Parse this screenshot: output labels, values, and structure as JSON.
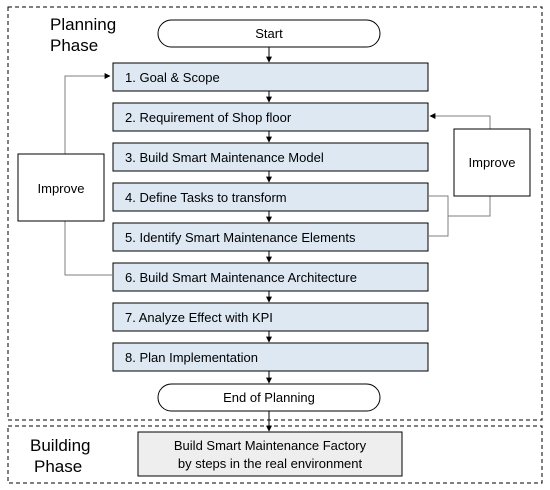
{
  "planning_phase": {
    "line1": "Planning",
    "line2": "Phase"
  },
  "building_phase": {
    "line1": "Building",
    "line2": "Phase"
  },
  "start": "Start",
  "end": "End of Planning",
  "steps": [
    "1. Goal & Scope",
    "2. Requirement of Shop floor",
    "3. Build Smart Maintenance Model",
    "4. Define Tasks to transform",
    "5. Identify Smart Maintenance Elements",
    "6. Build Smart Maintenance Architecture",
    "7. Analyze Effect with KPI",
    "8. Plan Implementation"
  ],
  "improve_left": "Improve",
  "improve_right": "Improve",
  "building_box": {
    "line1": "Build Smart Maintenance Factory",
    "line2": "by steps in the real environment"
  },
  "colors": {
    "step_fill": "#dde8f3",
    "building_fill": "#eeeeee",
    "connector": "#7f7f7f"
  }
}
